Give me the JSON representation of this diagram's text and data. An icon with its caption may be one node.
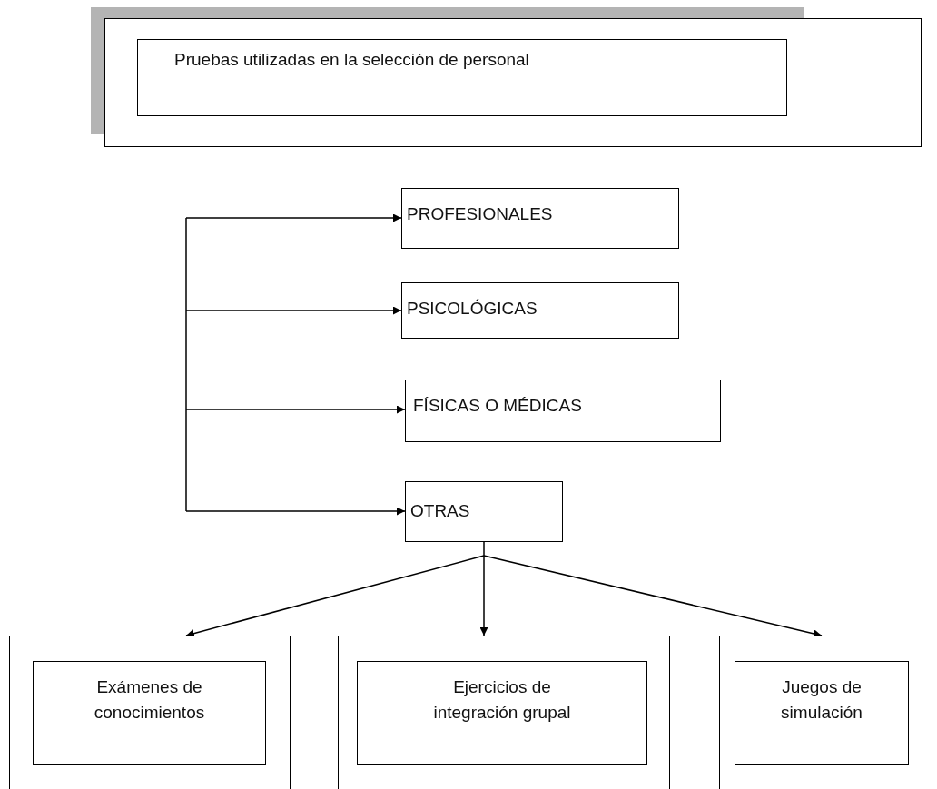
{
  "diagram": {
    "nodes": [
      {
        "text": [],
        "shape": "box"
      },
      {
        "text": [
          "Pruebas utilizadas en la selección de personal"
        ],
        "in": 0
      },
      {
        "text": [
          "PROFESIONALES"
        ]
      },
      {
        "text": [
          "PSICOLÓGICAS"
        ]
      },
      {
        "text": [
          "FÍSICAS O MÉDICAS"
        ]
      },
      {
        "text": [
          "OTRAS"
        ]
      },
      {
        "text": [],
        "shape": "box"
      },
      {
        "text": [
          "Exámenes de conocimientos"
        ],
        "in": 6
      },
      {
        "text": [],
        "shape": "box"
      },
      {
        "text": [
          "Ejercicios de integración grupal"
        ],
        "in": 8
      },
      {
        "text": [],
        "shape": "box"
      },
      {
        "text": [
          "Juegos de simulación"
        ],
        "in": 10
      }
    ],
    "edges": [
      {
        "from": null,
        "to": 2,
        "arrow": "to"
      },
      {
        "from": null,
        "to": 3,
        "arrow": "to"
      },
      {
        "from": null,
        "to": 4,
        "arrow": "to"
      },
      {
        "from": null,
        "to": 5,
        "arrow": "to"
      },
      {
        "from": 5,
        "to": 6,
        "arrow": "to"
      },
      {
        "from": 5,
        "to": 8,
        "arrow": "to"
      },
      {
        "from": 5,
        "to": 10,
        "arrow": "to"
      }
    ]
  }
}
